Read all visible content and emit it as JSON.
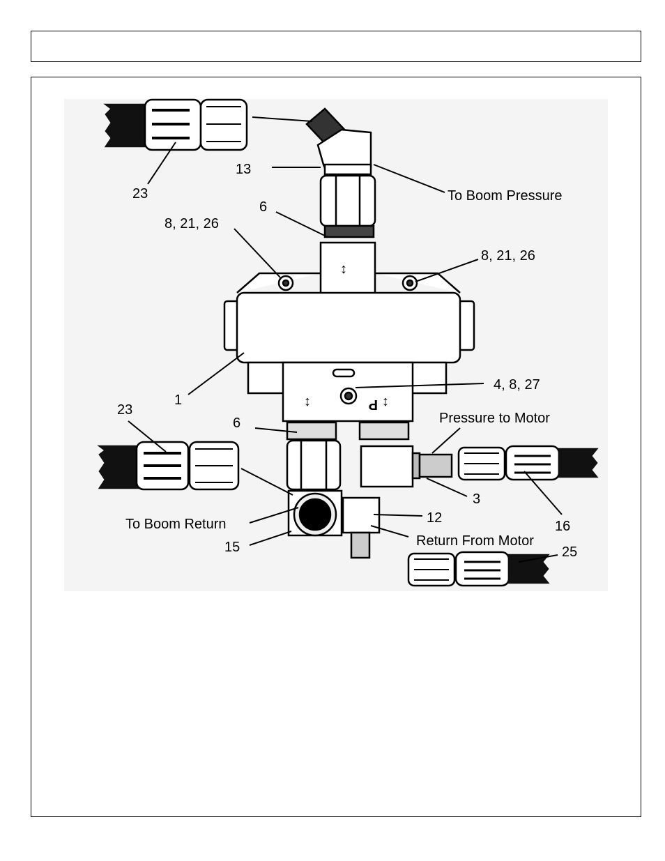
{
  "header": {
    "title": ""
  },
  "diagram": {
    "labels": {
      "l23_top": "23",
      "l13": "13",
      "to_boom_pressure": "To Boom Pressure",
      "l6_top": "6",
      "l8_21_26_left": "8, 21, 26",
      "l8_21_26_right": "8, 21, 26",
      "l1": "1",
      "l4_8_27": "4, 8, 27",
      "l23_bottom": "23",
      "l6_bottom": "6",
      "pressure_to_motor": "Pressure to Motor",
      "l3": "3",
      "l12": "12",
      "to_boom_return": "To Boom Return",
      "l15": "15",
      "l16": "16",
      "return_from_motor": "Return From Motor",
      "l25": "25",
      "port_p": "P"
    }
  }
}
